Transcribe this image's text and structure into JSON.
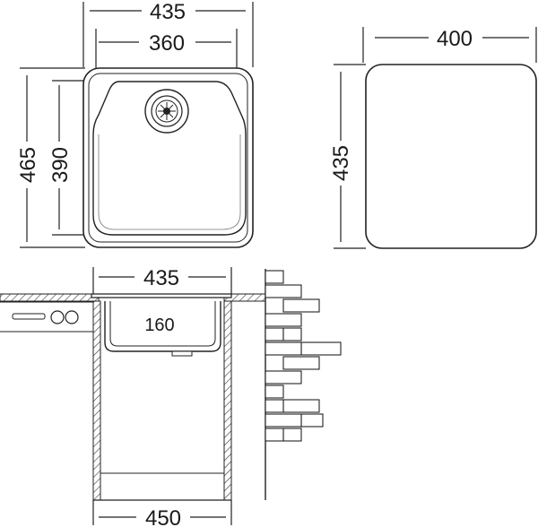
{
  "top_view": {
    "outer_width": "435",
    "inner_width": "360",
    "outer_height": "465",
    "inner_height": "390"
  },
  "cutout_view": {
    "width": "400",
    "height": "435"
  },
  "section_view": {
    "top_width": "435",
    "depth": "160",
    "cabinet_width": "450"
  }
}
